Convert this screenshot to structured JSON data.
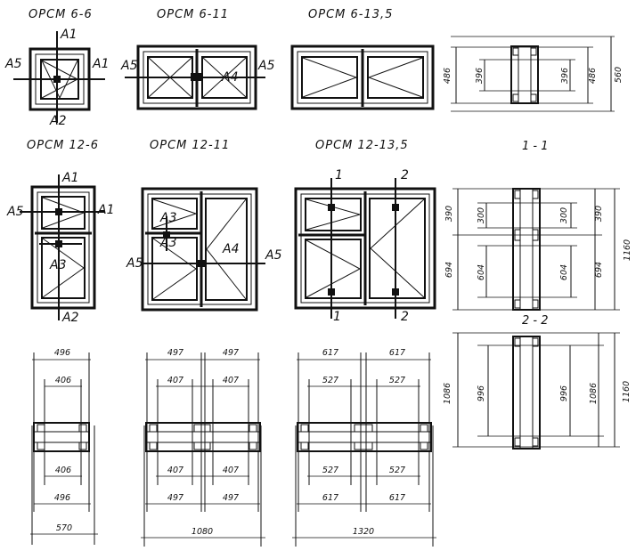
{
  "titles": {
    "w66": "ОРСМ 6-6",
    "w611": "ОРСМ 6-11",
    "w6135": "ОРСМ 6-13,5",
    "w126": "ОРСМ 12-6",
    "w1211": "ОРСМ 12-11",
    "w12135": "ОРСМ 12-13,5"
  },
  "section_labels": {
    "s11": "1 - 1",
    "s22": "2 - 2"
  },
  "markers": {
    "A1": "A1",
    "A2": "A2",
    "A3": "A3",
    "A4": "A4",
    "A5": "A5",
    "n1": "1",
    "n2": "2"
  },
  "dimensions": {
    "d496": "496",
    "d406": "406",
    "d570": "570",
    "d497": "497",
    "d407": "407",
    "d1080": "1080",
    "d617": "617",
    "d527": "527",
    "d1320": "1320",
    "d486": "486",
    "d396": "396",
    "d560": "560",
    "d390": "390",
    "d300": "300",
    "d694": "694",
    "d604": "604",
    "d1160": "1160",
    "d1086": "1086",
    "d996": "996"
  }
}
